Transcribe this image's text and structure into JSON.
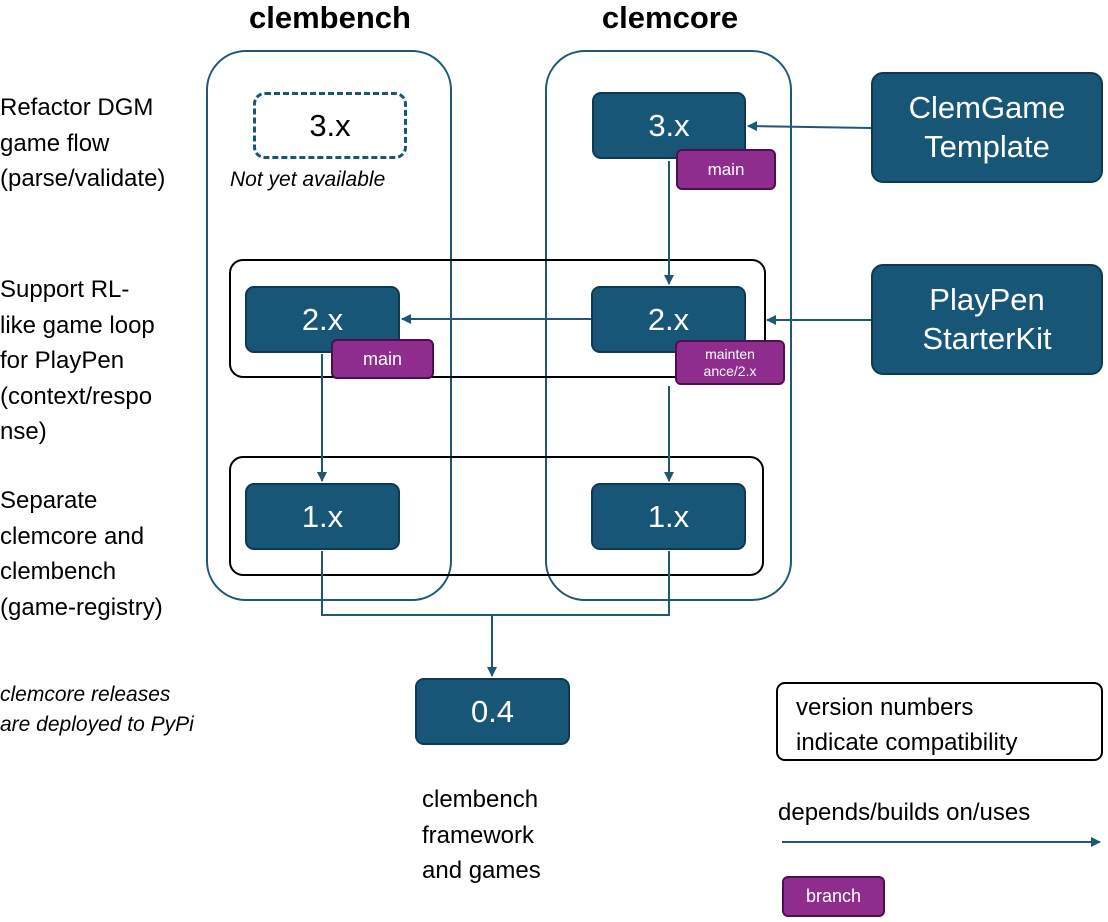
{
  "columns": {
    "clembench": "clembench",
    "clemcore": "clemcore"
  },
  "row_labels": {
    "refactor": "Refactor DGM\ngame flow\n(parse/validate)",
    "support": "Support RL-\nlike game loop\nfor PlayPen\n(context/respo\nnse)",
    "separate": "Separate\nclemcore and\nclembench\n(game-registry)"
  },
  "clembench_versions": {
    "v3": "3.x",
    "v3_note": "Not yet available",
    "v2": "2.x",
    "v2_branch": "main",
    "v1": "1.x"
  },
  "clemcore_versions": {
    "v3": "3.x",
    "v3_branch": "main",
    "v2": "2.x",
    "v2_branch": "mainten\nance/2.x",
    "v1": "1.x"
  },
  "external": {
    "clemgame_template": "ClemGame\nTemplate",
    "playpen_starterkit": "PlayPen\nStarterKit"
  },
  "base": {
    "version": "0.4",
    "caption": "clembench\nframework\nand games"
  },
  "pypi_note": "clemcore releases\nare deployed to PyPi",
  "legend": {
    "version_note": "version numbers\nindicate compatibility",
    "arrow_label": "depends/builds on/uses",
    "branch_label": "branch"
  },
  "colors": {
    "version_box": "#175676",
    "branch_box": "#8e2d8e",
    "column_frame": "#1f5777",
    "arrow": "#1f5777"
  }
}
